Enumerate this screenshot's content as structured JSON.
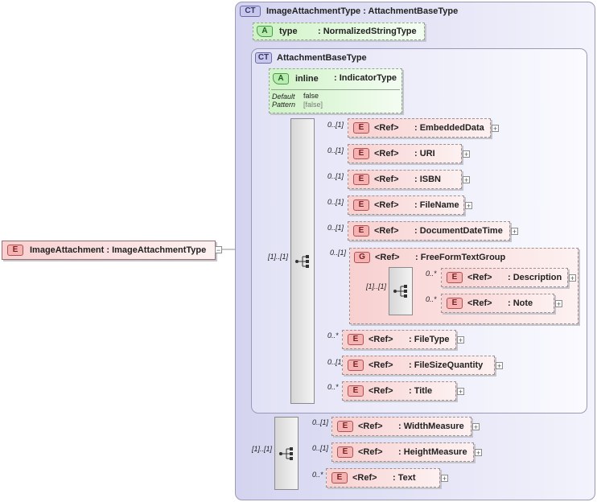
{
  "root": {
    "badge": "E",
    "label": "ImageAttachment : ImageAttachmentType"
  },
  "outer_type": {
    "badge": "CT",
    "label": "ImageAttachmentType : AttachmentBaseType"
  },
  "type_attr": {
    "badge": "A",
    "name": "type",
    "type": ": NormalizedStringType"
  },
  "inner_type": {
    "badge": "CT",
    "label": "AttachmentBaseType"
  },
  "inline_attr": {
    "badge": "A",
    "name": "inline",
    "type": ": IndicatorType",
    "default_label": "Default",
    "default_value": "false",
    "pattern_label": "Pattern",
    "pattern_value": "[false]"
  },
  "inner_seq_card": "[1]..[1]",
  "inner_elements": [
    {
      "card": "0..[1]",
      "ref": "<Ref>",
      "name": ": EmbeddedData"
    },
    {
      "card": "0..[1]",
      "ref": "<Ref>",
      "name": ": URI"
    },
    {
      "card": "0..[1]",
      "ref": "<Ref>",
      "name": ": ISBN"
    },
    {
      "card": "0..[1]",
      "ref": "<Ref>",
      "name": ": FileName"
    },
    {
      "card": "0..[1]",
      "ref": "<Ref>",
      "name": ": DocumentDateTime"
    }
  ],
  "group": {
    "badge": "G",
    "card": "0..[1]",
    "ref": "<Ref>",
    "name": ": FreeFormTextGroup",
    "seq_card": "[1]..[1]",
    "items": [
      {
        "card": "0..*",
        "ref": "<Ref>",
        "name": ": Description"
      },
      {
        "card": "0..*",
        "ref": "<Ref>",
        "name": ": Note"
      }
    ]
  },
  "inner_elements_after": [
    {
      "card": "0..*",
      "ref": "<Ref>",
      "name": ": FileType"
    },
    {
      "card": "0..[1]",
      "ref": "<Ref>",
      "name": ": FileSizeQuantity"
    },
    {
      "card": "0..*",
      "ref": "<Ref>",
      "name": ": Title"
    }
  ],
  "outer_seq_card": "[1]..[1]",
  "outer_elements": [
    {
      "card": "0..[1]",
      "ref": "<Ref>",
      "name": ": WidthMeasure"
    },
    {
      "card": "0..[1]",
      "ref": "<Ref>",
      "name": ": HeightMeasure"
    },
    {
      "card": "0..*",
      "ref": "<Ref>",
      "name": ": Text"
    }
  ],
  "element_badge": "E",
  "expand_symbol": "+",
  "collapse_symbol": "−"
}
